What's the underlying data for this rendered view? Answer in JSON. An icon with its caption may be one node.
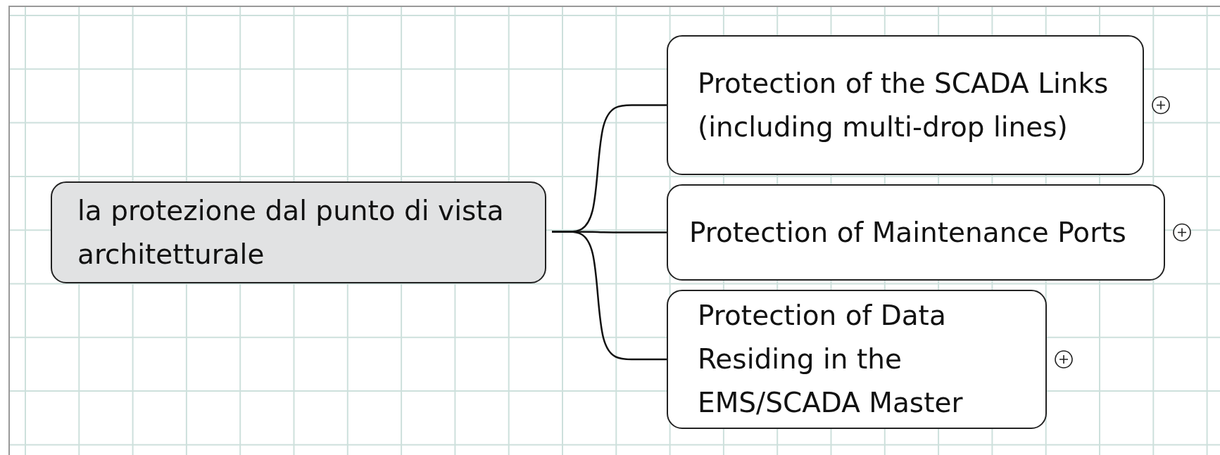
{
  "diagram": {
    "nodes": [
      {
        "text": [
          "la protezione dal punto di vista architetturale"
        ]
      },
      {
        "text": [
          "Protection of the SCADA Links (including multi-drop lines)"
        ]
      },
      {
        "text": [
          "Protection of Maintenance Ports"
        ]
      },
      {
        "text": [
          "Protection of Data Residing in the EMS/SCADA Master"
        ]
      }
    ],
    "edges": [
      {
        "from": 0,
        "to": 1,
        "arrow": "none"
      },
      {
        "from": 0,
        "to": 2,
        "arrow": "none"
      },
      {
        "from": 0,
        "to": 3,
        "arrow": "none"
      }
    ]
  }
}
